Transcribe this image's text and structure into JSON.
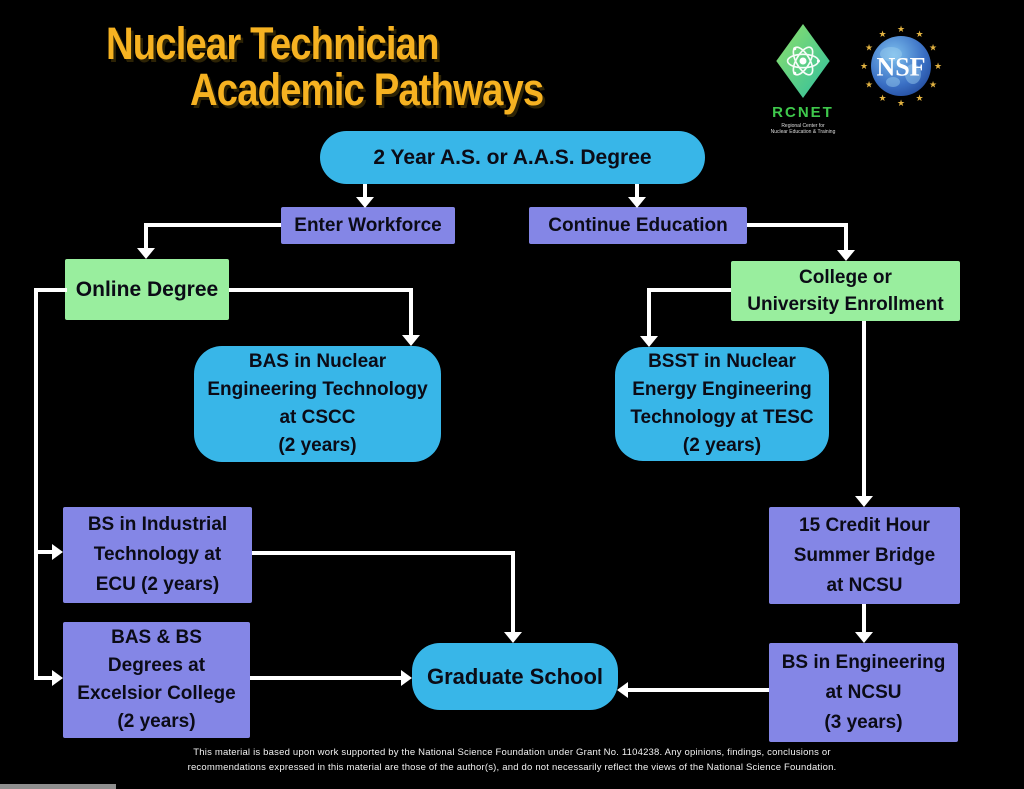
{
  "title": {
    "line1": "Nuclear Technician",
    "line2": "Academic Pathways"
  },
  "logos": {
    "rcnet": {
      "acronym": "RCNET",
      "tagline_line1": "Regional Center for",
      "tagline_line2": "Nuclear Education & Training"
    },
    "nsf": {
      "acronym": "NSF"
    }
  },
  "nodes": {
    "degree_2yr": {
      "label": "2 Year A.S. or A.A.S. Degree",
      "color": "#38B6E8"
    },
    "enter_workforce": {
      "label": "Enter Workforce",
      "color": "#8486E6"
    },
    "continue_education": {
      "label": "Continue Education",
      "color": "#8486E6"
    },
    "online_degree": {
      "label": "Online Degree",
      "color": "#99EE9E"
    },
    "college_enrollment": {
      "label": "College or\nUniversity Enrollment",
      "color": "#99EE9E"
    },
    "bas_cscc": {
      "label": "BAS in Nuclear\nEngineering Technology\nat CSCC\n(2 years)",
      "color": "#38B6E8"
    },
    "bsst_tesc": {
      "label": "BSST in Nuclear\nEnergy Engineering\nTechnology at TESC\n(2 years)",
      "color": "#38B6E8"
    },
    "bs_ecu": {
      "label": "BS in Industrial\nTechnology at\nECU (2 years)",
      "color": "#8486E6"
    },
    "bas_excelsior": {
      "label": "BAS & BS\nDegrees at\nExcelsior College\n(2 years)",
      "color": "#8486E6"
    },
    "summer_bridge": {
      "label": "15 Credit Hour\nSummer Bridge\nat NCSU",
      "color": "#8486E6"
    },
    "bs_ncsu": {
      "label": "BS in Engineering\nat NCSU\n(3 years)",
      "color": "#8486E6"
    },
    "graduate_school": {
      "label": "Graduate School",
      "color": "#38B6E8"
    }
  },
  "footer": {
    "line1": "This material is based upon work supported by the National Science Foundation under Grant No. 1104238. Any opinions, findings, conclusions or",
    "line2": "recommendations expressed in this material are those of the author(s), and do not necessarily reflect the views of the National Science Foundation."
  },
  "colors": {
    "background": "#000000",
    "title_text": "#F6B221",
    "node_blue": "#38B6E8",
    "node_purple": "#8486E6",
    "node_green": "#99EE9E",
    "connector": "#FFFFFF",
    "node_text": "#0B0B16",
    "rcnet_green": "#3FC94C",
    "nsf_gold": "#E3B341",
    "nsf_globe_blue": "#2B5FB0"
  }
}
